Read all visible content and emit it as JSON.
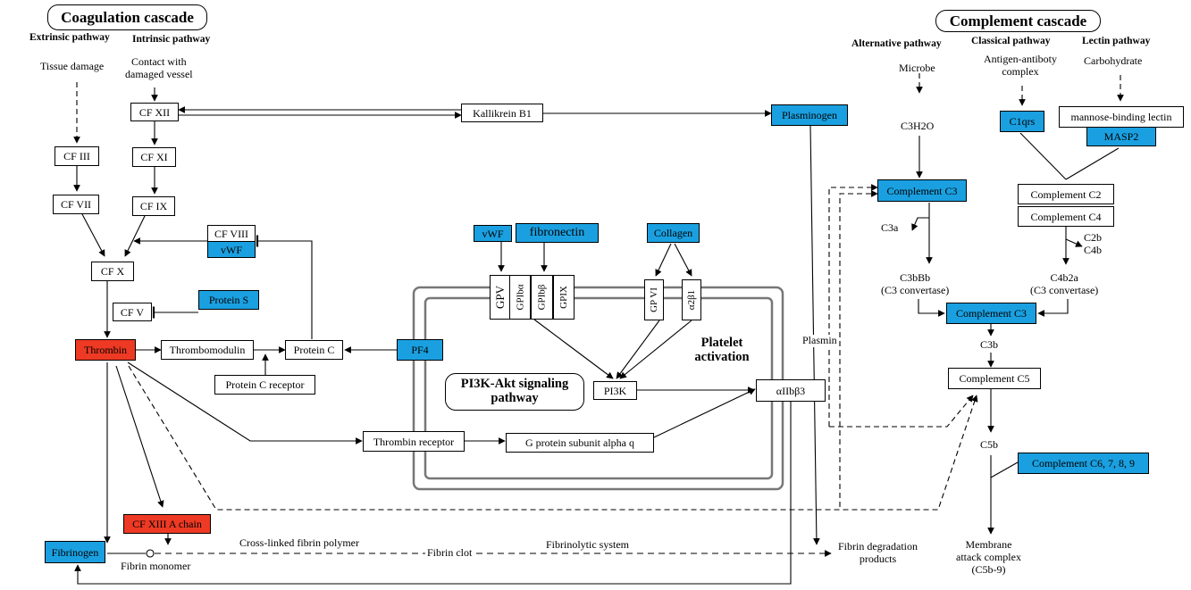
{
  "titles": {
    "coagulation": "Coagulation cascade",
    "complement": "Complement cascade"
  },
  "pathway_headers": {
    "extrinsic": "Extrinsic pathway",
    "intrinsic": "Intrinsic pathway",
    "alternative": "Alternative pathway",
    "classical": "Classical pathway",
    "lectin": "Lectin pathway"
  },
  "labels": {
    "tissue_damage": "Tissue damage",
    "contact_line1": "Contact with",
    "contact_line2": "damaged vessel",
    "microbe": "Microbe",
    "c3h2o": "C3H2O",
    "antigen_line1": "Antigen-antiboty",
    "antigen_line2": "complex",
    "carbohydrate": "Carbohydrate",
    "c3a": "C3a",
    "c3bbb_line1": "C3bBb",
    "c3bbb_line2": "(C3 convertase)",
    "c4b2a_line1": "C4b2a",
    "c4b2a_line2": "(C3 convertase)",
    "c2b_line1": "C2b",
    "c2b_line2": "C4b",
    "c3b": "C3b",
    "c5b": "C5b",
    "mac_line1": "Membrane",
    "mac_line2": "attack complex",
    "mac_line3": "(C5b-9)",
    "plasmin": "Plasmin",
    "cross_linked": "Cross-linked fibrin polymer",
    "fibrinolytic": "Fibrinolytic system",
    "fibrin_monomer": "Fibrin monomer",
    "fibrin_clot": "Fibrin clot",
    "fdp_line1": "Fibrin degradation",
    "fdp_line2": "products"
  },
  "nodes": {
    "cf_xii": "CF XII",
    "kallikrein_b1": "Kallikrein B1",
    "plasminogen": "Plasminogen",
    "cf_iii": "CF III",
    "cf_xi": "CF XI",
    "cf_vii": "CF VII",
    "cf_ix": "CF IX",
    "cf_viii": "CF VIII",
    "vwf_coag": "vWF",
    "cf_x": "CF X",
    "protein_s": "Protein S",
    "cf_v": "CF V",
    "thrombin": "Thrombin",
    "thrombomodulin": "Thrombomodulin",
    "protein_c": "Protein C",
    "pf4": "PF4",
    "protein_c_receptor": "Protein C receptor",
    "thrombin_receptor": "Thrombin receptor",
    "g_protein": "G protein  subunit  alpha  q",
    "pi3k": "PI3K",
    "aiib3": "αIIbβ3",
    "cf_xiii_a": "CF XIII  A chain",
    "fibrinogen": "Fibrinogen",
    "vwf_platelet": "vWF",
    "fibronectin": "fibronectin",
    "collagen": "Collagen",
    "complement_c3_top": "Complement  C3",
    "c1qrs": "C1qrs",
    "mannose_lectin": "mannose-binding  lectin",
    "masp2": "MASP2",
    "complement_c2": "Complement  C2",
    "complement_c4": "Complement  C4",
    "complement_c3_mid": "Complement  C3",
    "complement_c5": "Complement  C5",
    "complement_c6789": "Complement  C6, 7, 8, 9"
  },
  "receptors": {
    "gpv": "GPV",
    "gpib_alpha": "GPIbα",
    "gpib_beta": "GPIbβ",
    "gpix": "GPIX",
    "gpvi": "GP VI",
    "a2b1": "α2β1"
  },
  "pathway_boxes": {
    "pi3k_akt_line1": "PI3K-Akt signaling",
    "pi3k_akt_line2": "pathway",
    "platelet_line1": "Platelet",
    "platelet_line2": "activation"
  },
  "colors": {
    "highlight_blue": "#1aa0e0",
    "highlight_red": "#ee3a24"
  }
}
